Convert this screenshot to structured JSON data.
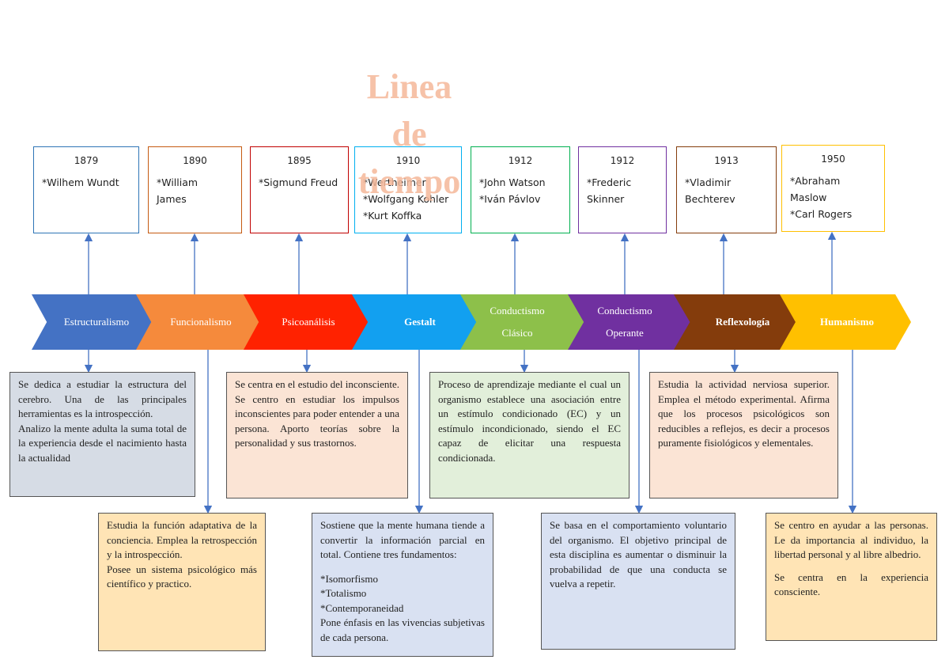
{
  "title": {
    "lines": [
      "Linea",
      "de",
      "tiempo"
    ]
  },
  "colors": {
    "title": "#f5b89a",
    "chevrons": [
      "#4472c4",
      "#f58a3c",
      "#ff2200",
      "#12a0f0",
      "#8dc04a",
      "#7030a0",
      "#843c0c",
      "#ffc000"
    ],
    "card_borders": [
      "#2e75b6",
      "#c55a11",
      "#c00000",
      "#00b0f0",
      "#00b050",
      "#7030a0",
      "#843c0c",
      "#ffc000"
    ],
    "connector": "#4472c4"
  },
  "cards": [
    {
      "year": "1879",
      "names": [
        "*Wilhem Wundt"
      ]
    },
    {
      "year": "1890",
      "names": [
        "*William",
        "James"
      ]
    },
    {
      "year": "1895",
      "names": [
        "*Sigmund Freud"
      ]
    },
    {
      "year": "1910",
      "names": [
        "*Wertheimer",
        "*Wolfgang Kohler",
        "*Kurt Koffka"
      ]
    },
    {
      "year": "1912",
      "names": [
        "*John Watson",
        "*Iván Pávlov"
      ]
    },
    {
      "year": "1912",
      "names": [
        "*Frederic",
        "Skinner"
      ]
    },
    {
      "year": "1913",
      "names": [
        "*Vladimir",
        "Bechterev"
      ]
    },
    {
      "year": "1950",
      "names": [
        "*Abraham",
        "Maslow",
        "*Carl Rogers"
      ]
    }
  ],
  "stages": [
    {
      "label": "Estructuralismo"
    },
    {
      "label": "Funcionalismo"
    },
    {
      "label": "Psicoanálisis"
    },
    {
      "label": "Gestalt"
    },
    {
      "label": "Conductismo Clásico"
    },
    {
      "label": "Conductismo Operante"
    },
    {
      "label": "Reflexología"
    },
    {
      "label": "Humanismo"
    }
  ],
  "descriptions": [
    {
      "paragraphs": [
        "Se dedica a estudiar la estructura del cerebro. Una de las principales herramientas es la introspección.",
        "Analizo la mente adulta la suma total de la experiencia desde el nacimiento hasta la actualidad"
      ]
    },
    {
      "paragraphs": [
        "Estudia la función adaptativa de la conciencia. Emplea la retrospección y la introspección.",
        "Posee un sistema psicológico más científico y practico."
      ]
    },
    {
      "paragraphs": [
        "Se centra en el estudio del inconsciente. Se centro en estudiar los impulsos inconscientes para poder entender a una persona. Aporto teorías sobre la personalidad y sus trastornos."
      ]
    },
    {
      "paragraphs": [
        "Sostiene que la mente humana tiende a convertir la información parcial en total. Contiene tres fundamentos:",
        "*Isomorfismo",
        "*Totalismo",
        "*Contemporaneidad",
        "Pone énfasis en las vivencias subjetivas de cada persona."
      ]
    },
    {
      "paragraphs": [
        "Proceso de aprendizaje mediante el cual un organismo establece una asociación entre un estímulo condicionado (EC) y un estímulo incondicionado, siendo el EC capaz de elicitar una respuesta condicionada."
      ]
    },
    {
      "paragraphs": [
        "Se basa en el comportamiento voluntario del organismo. El objetivo principal de esta disciplina es aumentar o disminuir la probabilidad de que una conducta se vuelva a repetir."
      ]
    },
    {
      "paragraphs": [
        "Estudia la actividad nerviosa superior. Emplea el método experimental. Afirma que los procesos psicológicos son reducibles a reflejos, es decir a procesos puramente fisiológicos y elementales."
      ]
    },
    {
      "paragraphs": [
        "Se centro en ayudar a las personas. Le da importancia al individuo, la libertad personal y al libre albedrio.",
        "Se centra en la experiencia consciente."
      ]
    }
  ]
}
